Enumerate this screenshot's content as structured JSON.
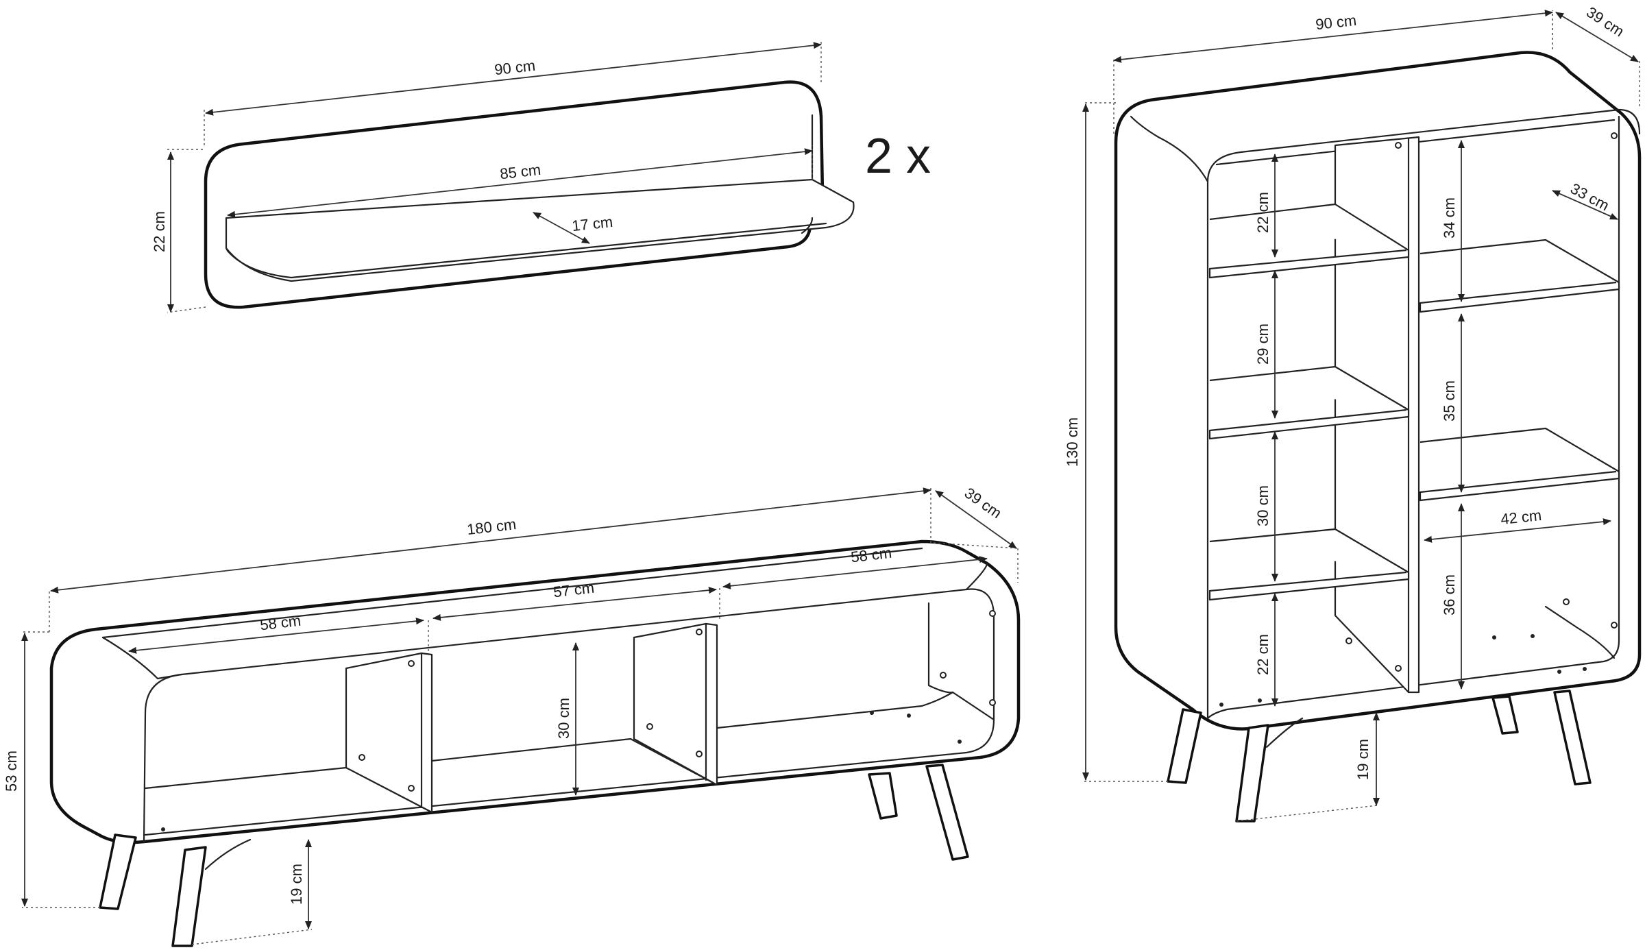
{
  "shelf": {
    "multiplier": "2 x",
    "width": "90 cm",
    "height": "22 cm",
    "inner_width": "85 cm",
    "depth": "17 cm"
  },
  "tv_stand": {
    "width": "180 cm",
    "depth": "39 cm",
    "height": "53 cm",
    "compartment_left": "58 cm",
    "compartment_middle": "57 cm",
    "compartment_right": "58 cm",
    "inner_height": "30 cm",
    "leg_height": "19 cm"
  },
  "bookcase": {
    "width": "90 cm",
    "depth": "39 cm",
    "height": "130 cm",
    "inner_depth": "33 cm",
    "left_shelves": [
      "22 cm",
      "29 cm",
      "30 cm",
      "22 cm"
    ],
    "right_shelves": [
      "34 cm",
      "35 cm",
      "36 cm"
    ],
    "compartment_width": "42 cm",
    "leg_height": "19 cm"
  }
}
